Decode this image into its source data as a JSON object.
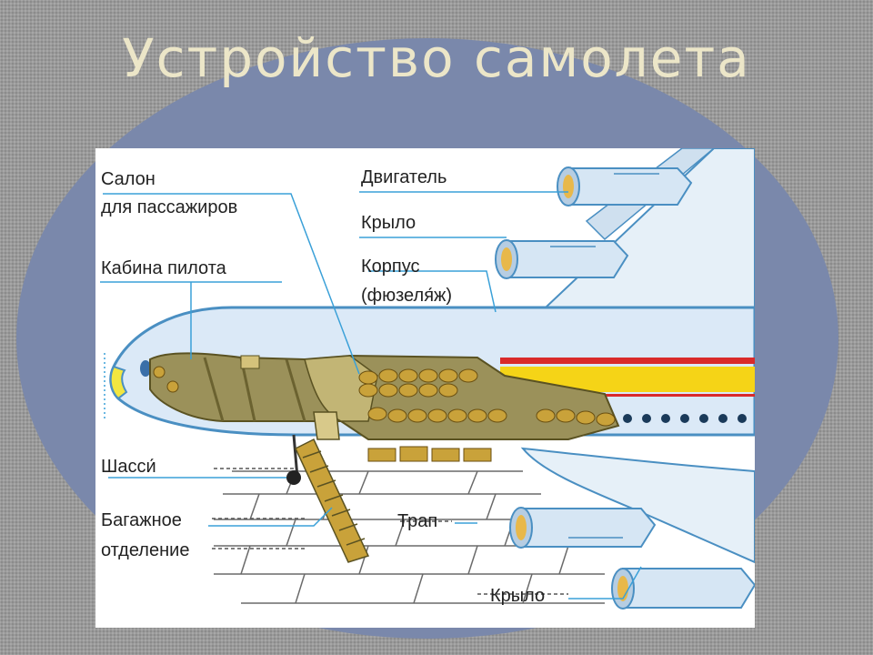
{
  "slide": {
    "title": "Устройство самолета"
  },
  "labels": {
    "passenger_cabin_line1": "Салон",
    "passenger_cabin_line2": "для пассажиров",
    "cockpit": "Кабина пилота",
    "engine": "Двигатель",
    "wing_upper": "Крыло",
    "fuselage_line1": "Корпус",
    "fuselage_line2": "(фюзеля́ж)",
    "landing_gear": "Шасси́",
    "baggage_line1": "Багажное",
    "baggage_line2": "отделение",
    "stairs": "Трап",
    "wing_lower": "Крыло"
  },
  "colors": {
    "ellipse": "#7a88ab",
    "fuselage": "#dbe9f7",
    "fuselage_outline": "#4a8fc2",
    "interior": "#9b915a",
    "seat": "#c9a23a",
    "stripe_red": "#d92a2a",
    "stripe_yellow": "#f5d417",
    "leader_line": "#3aa0d8",
    "nose_cone": "#f2e640"
  }
}
